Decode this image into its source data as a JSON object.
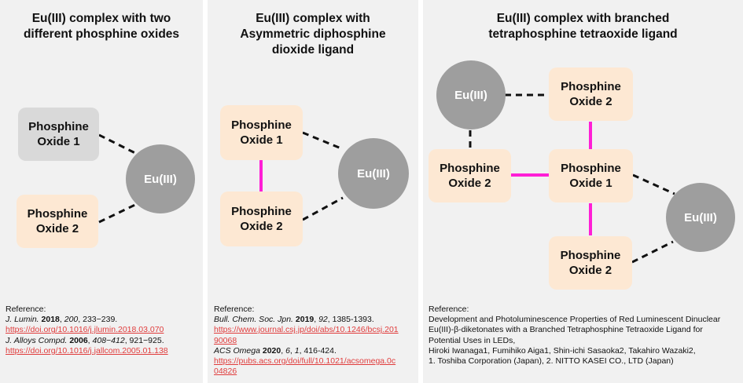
{
  "panel1": {
    "title": "Eu(III) complex with two\ndifferent phosphine oxides",
    "box1": "Phosphine\nOxide 1",
    "box2": "Phosphine\nOxide 2",
    "eu": "Eu(III)",
    "reference": {
      "label": "Reference:",
      "ref1": {
        "journal": "J. Lumin.",
        "year": "2018",
        "volume": "200",
        "pages": "233−239."
      },
      "doi1": "https://doi.org/10.1016/j.jlumin.2018.03.070",
      "ref2": {
        "journal": "J. Alloys Compd.",
        "year": "2006",
        "volume": "408−412",
        "pages": "921−925."
      },
      "doi2": "https://doi.org/10.1016/j.jallcom.2005.01.138"
    }
  },
  "panel2": {
    "title": "Eu(III) complex with\nAsymmetric diphosphine\ndioxide ligand",
    "box1": "Phosphine\nOxide 1",
    "box2": "Phosphine\nOxide 2",
    "eu": "Eu(III)",
    "reference": {
      "label": "Reference:",
      "ref1": {
        "journal": "Bull. Chem. Soc. Jpn.",
        "year": "2019",
        "volume": "92",
        "pages": "1385-1393."
      },
      "doi1_line1": "https://www.journal.csj.jp/doi/abs/10.1246/bcsj.201",
      "doi1_line2": "90068",
      "ref2": {
        "journal": "ACS Omega",
        "year": "2020",
        "volume": "6",
        "issue": "1",
        "pages": "416-424."
      },
      "doi2_line1": "https://pubs.acs.org/doi/full/10.1021/acsomega.0c",
      "doi2_line2": "04826"
    }
  },
  "panel3": {
    "title": "Eu(III) complex with branched\ntetraphosphine tetraoxide ligand",
    "eu_top": "Eu(III)",
    "eu_right": "Eu(III)",
    "box_top": "Phosphine\nOxide 2",
    "box_left": "Phosphine\nOxide 2",
    "box_center": "Phosphine\nOxide 1",
    "box_bottom": "Phosphine\nOxide 2",
    "reference": {
      "label": "Reference:",
      "line1": "Development and Photoluminescence Properties of Red Luminescent Dinuclear",
      "line2": "Eu(III)-β-diketonates with a Branched Tetraphosphine Tetraoxide Ligand for",
      "line3": "Potential Uses in LEDs,",
      "line4": "Hiroki Iwanaga1, Fumihiko Aiga1, Shin-ichi Sasaoka2, Takahiro Wazaki2,",
      "line5": "1. Toshiba Corporation (Japan), 2. NITTO KASEI CO., LTD (Japan)"
    }
  },
  "colors": {
    "panel_bg": "#f1f1f1",
    "box_peach": "#fde8d3",
    "box_grey": "#d9d9d9",
    "eu_circle": "#9e9e9e",
    "magenta_bond": "#ff1fd6",
    "link_red": "#e03c3c"
  }
}
